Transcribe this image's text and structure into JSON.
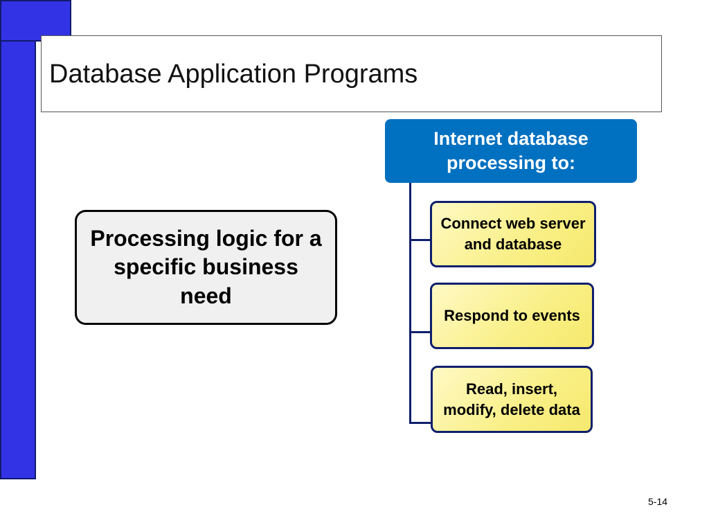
{
  "slide": {
    "title": "Database Application Programs",
    "slide_number": "5-14"
  },
  "left_box": {
    "text": "Processing logic for a specific business need"
  },
  "hierarchy": {
    "root": "Internet database processing to:",
    "children": [
      "Connect web server and database",
      "Respond to events",
      "Read, insert, modify, delete data"
    ]
  },
  "colors": {
    "side_bar": "#3333e6",
    "header_fill": "#0070c0",
    "child_fill": "#f9ef86",
    "connector": "#0f1f6b"
  }
}
